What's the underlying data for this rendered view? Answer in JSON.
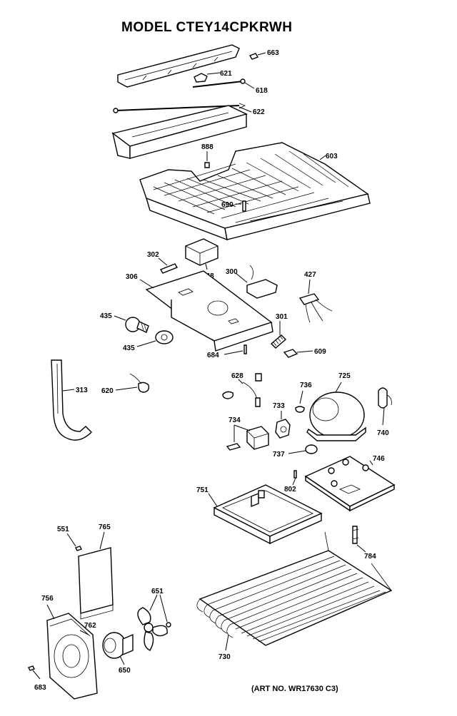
{
  "header": {
    "title": "MODEL CTEY14CPKRWH"
  },
  "footer": {
    "art_no": "(ART NO. WR17630 C3)"
  },
  "callouts": {
    "p663": "663",
    "p621": "621",
    "p618": "618",
    "p622": "622",
    "p888": "888",
    "p603": "603",
    "p690": "690",
    "p302": "302",
    "p648": "648",
    "p300": "300",
    "p427": "427",
    "p306": "306",
    "p435a": "435",
    "p435b": "435",
    "p301": "301",
    "p684": "684",
    "p609": "609",
    "p313": "313",
    "p620": "620",
    "p628": "628",
    "p736": "736",
    "p725": "725",
    "p733": "733",
    "p734": "734",
    "p740": "740",
    "p737": "737",
    "p746": "746",
    "p802": "802",
    "p751": "751",
    "p551": "551",
    "p765": "765",
    "p784": "784",
    "p651": "651",
    "p756": "756",
    "p762": "762",
    "p650": "650",
    "p730": "730",
    "p683": "683"
  }
}
